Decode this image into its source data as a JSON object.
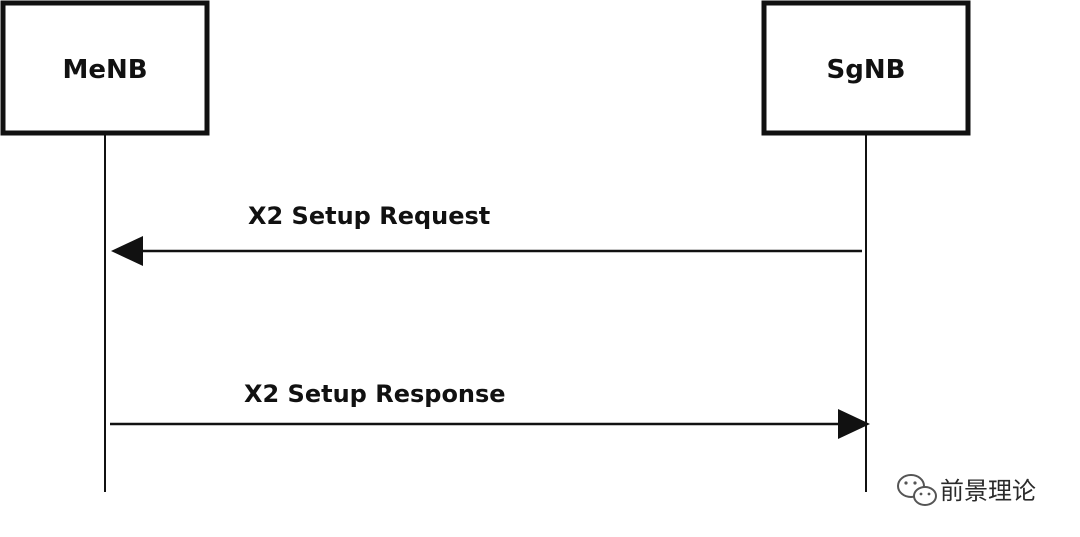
{
  "participants": {
    "left": {
      "label": "MeNB"
    },
    "right": {
      "label": "SgNB"
    }
  },
  "messages": [
    {
      "label": "X2 Setup Request",
      "from": "SgNB",
      "to": "MeNB"
    },
    {
      "label": "X2 Setup Response",
      "from": "MeNB",
      "to": "SgNB"
    }
  ],
  "watermark": {
    "icon": "wechat-icon",
    "text": "前景理论"
  },
  "colors": {
    "stroke": "#111111",
    "background": "#ffffff"
  }
}
